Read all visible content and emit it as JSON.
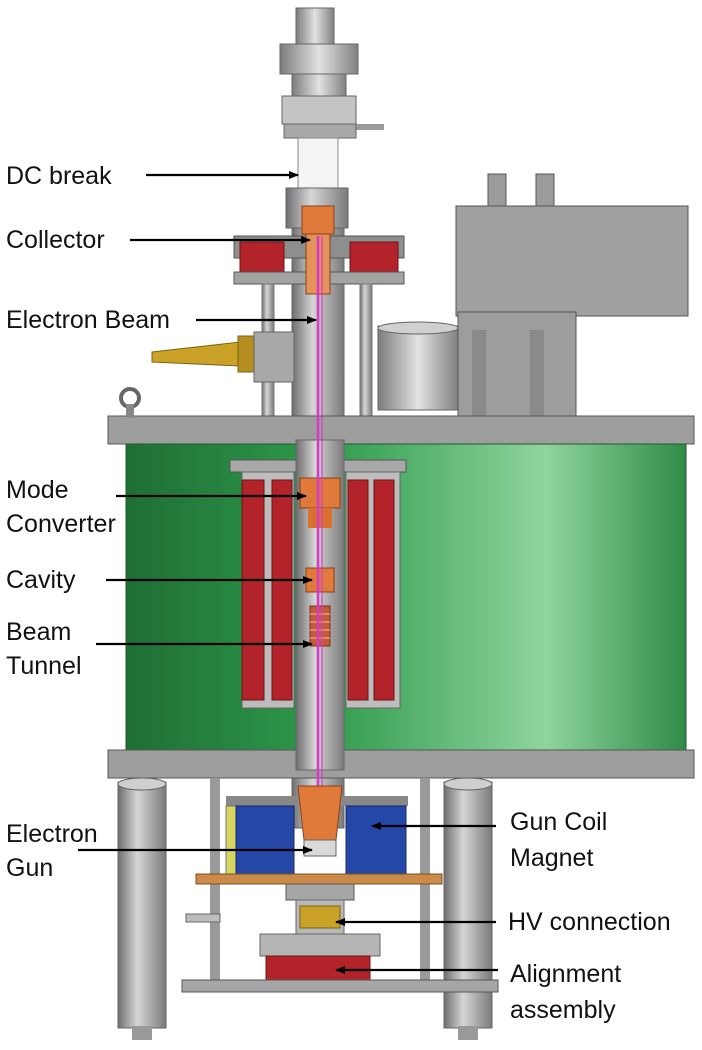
{
  "labels": {
    "dc_break": "DC break",
    "collector": "Collector",
    "electron_beam": "Electron Beam",
    "mode_converter_1": "Mode",
    "mode_converter_2": "Converter",
    "cavity": "Cavity",
    "beam_tunnel_1": "Beam",
    "beam_tunnel_2": "Tunnel",
    "electron_gun_1": "Electron",
    "electron_gun_2": "Gun",
    "gun_coil_1": "Gun Coil",
    "gun_coil_2": "Magnet",
    "hv_connection": "HV connection",
    "alignment_1": "Alignment",
    "alignment_2": "assembly"
  },
  "colors": {
    "steel": "#b9b9b9",
    "steel_dark": "#8c8c8c",
    "magnet_green": "#2f9a4c",
    "magnet_green_light": "#8ed49c",
    "coil_red": "#b3232a",
    "copper": "#e07a3a",
    "beam": "#d43cc8",
    "gun_coil_blue": "#2447a8",
    "brass": "#c9a227",
    "arrow": "#000000"
  }
}
